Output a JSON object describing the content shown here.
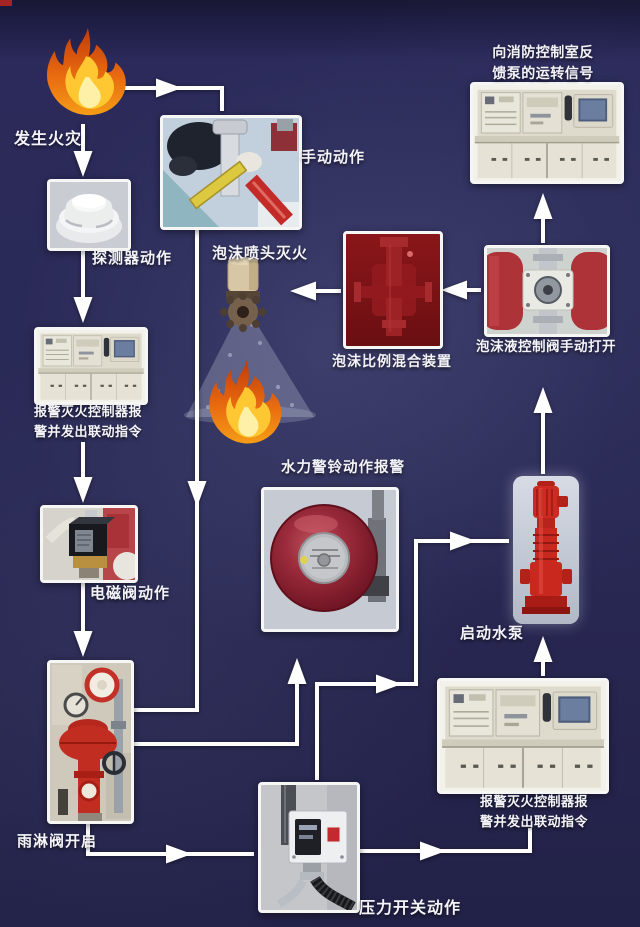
{
  "colors": {
    "background": "#2a2955",
    "background_top": "#181734",
    "connector": "#ffffff",
    "label_text": "#f4f4f8",
    "flame_outer": "#d4490c",
    "flame_inner": "#ffc832",
    "mixer_photo_red": "#7c1316",
    "pump_red": "#c9281f",
    "bell_red": "#8a1f2e"
  },
  "nodes": {
    "fire": {
      "label": "发生火灾"
    },
    "manual": {
      "label": "手动动作"
    },
    "detector": {
      "label": "探测器动作"
    },
    "controller_left": {
      "line1": "报警灭火控制器报",
      "line2": "警并发出联动指令"
    },
    "solenoid": {
      "label": "电磁阀动作"
    },
    "deluge": {
      "label": "雨淋阀开启"
    },
    "nozzle": {
      "label": "泡沫喷头灭火"
    },
    "mixer": {
      "label": "泡沫比例混合装置"
    },
    "foam_valve": {
      "label": "泡沫液控制阀手动打开"
    },
    "bell": {
      "label": "水力警铃动作报警"
    },
    "pump": {
      "label": "启动水泵"
    },
    "pressure_switch": {
      "label": "压力开关动作"
    },
    "controller_right": {
      "line1": "报警灭火控制器报",
      "line2": "警并发出联动指令"
    },
    "feedback": {
      "line1": "向消防控制室反",
      "line2": "馈泵的运转信号"
    }
  }
}
